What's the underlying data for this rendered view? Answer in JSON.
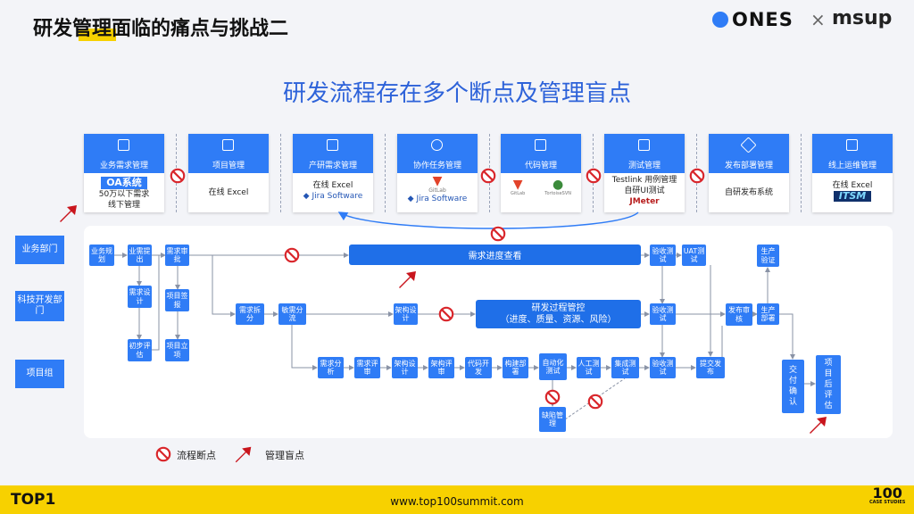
{
  "header": {
    "title": "研发管理面临的痛点与挑战二",
    "subtitle": "研发流程存在多个断点及管理盲点",
    "logo_ones": "ONES",
    "logo_x": "×",
    "logo_msup": "msup"
  },
  "tools": [
    {
      "label": "业务需求管理",
      "lines": [
        "OA系统",
        "50万以下需求",
        "线下管理"
      ]
    },
    {
      "label": "项目管理",
      "lines": [
        "在线 Excel"
      ]
    },
    {
      "label": "产研需求管理",
      "lines": [
        "在线 Excel",
        "Jira Software"
      ]
    },
    {
      "label": "协作任务管理",
      "lines": [
        "GitLab",
        "Jira Software"
      ]
    },
    {
      "label": "代码管理",
      "lines": [
        "GitLab",
        "TortoiseSVN"
      ]
    },
    {
      "label": "测试管理",
      "lines": [
        "Testlink 用例管理",
        "自研UI测试",
        "JMeter"
      ]
    },
    {
      "label": "发布部署管理",
      "lines": [
        "自研发布系统"
      ]
    },
    {
      "label": "线上运维管理",
      "lines": [
        "在线 Excel",
        "ITSM"
      ]
    }
  ],
  "lanes": [
    "业务部门",
    "科技开发部门",
    "项目组"
  ],
  "nodes": {
    "biz_plan": "业务规划",
    "biz_req": "业需提出",
    "req_review": "需求审批",
    "req_design": "需求设计",
    "proj_sign": "项目签报",
    "init_eval": "初步评估",
    "proj_setup": "项目立项",
    "req_split": "需求拆分",
    "agile_split": "敏需分流",
    "arch_design1": "架构设计",
    "req_analysis": "需求分析",
    "req_review2": "需求评审",
    "arch_design2": "架构设计",
    "arch_review": "架构评审",
    "code_dev": "代码开发",
    "build_deploy": "构建部署",
    "auto_test": "自动化测试",
    "defect_mgmt": "缺陷管理",
    "manual_test": "人工测试",
    "int_test": "集成测试",
    "accept_test1": "验收测试",
    "accept_test2": "验收测试",
    "accept_test3": "验收测试",
    "uat_test": "UAT测试",
    "submit_release": "提交发布",
    "release_review": "发布审核",
    "prod_verify": "生产验证",
    "prod_deploy": "生产部署",
    "delivery": "交付确认",
    "post_eval": "项目后评估"
  },
  "banners": {
    "progress": "需求进度查看",
    "control_title": "研发过程管控",
    "control_sub": "（进度、质量、资源、风险）"
  },
  "legend": {
    "breakpoint": "流程断点",
    "blindspot": "管理盲点"
  },
  "footer": {
    "logo": "TOP1",
    "url": "www.top100summit.com",
    "badge_top": "100",
    "badge_bottom": "CASE STUDIES"
  },
  "colors": {
    "primary": "#2f7cf6",
    "accent": "#f7d100",
    "breakpoint": "#d9262b",
    "blindspot": "#c9151d"
  }
}
